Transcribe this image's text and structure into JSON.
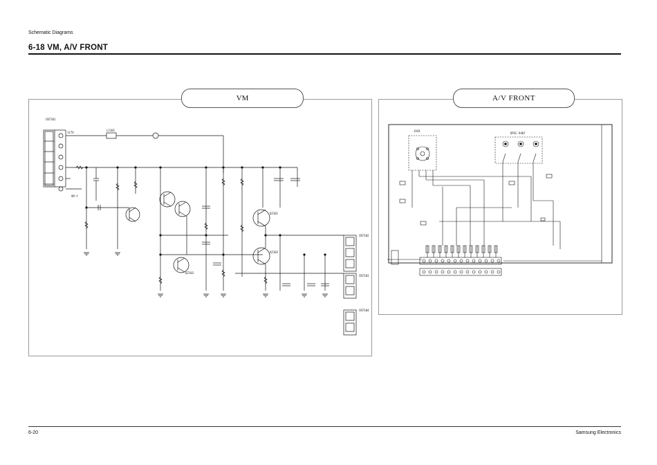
{
  "header": {
    "section": "Schematic Diagrams",
    "title": "6-18 VM, A/V FRONT"
  },
  "panels": {
    "vm_label": "VM",
    "av_label": "A/V FRONT"
  },
  "vm": {
    "cn101": "CN7101",
    "l101": "L2101",
    "q_top": "QZ101",
    "q_mid": "QZ102",
    "q_bot": "QZ103",
    "cn_out1": "CN7102",
    "cn_out2": "CN7103",
    "cn_out3": "CN7104",
    "vmy": "VM-Y",
    "v117": "117V"
  },
  "av": {
    "jack_label": "JACK",
    "tag": "DPSC-9407"
  },
  "footer": {
    "page": "6-20",
    "brand": "Samsung Electronics"
  }
}
